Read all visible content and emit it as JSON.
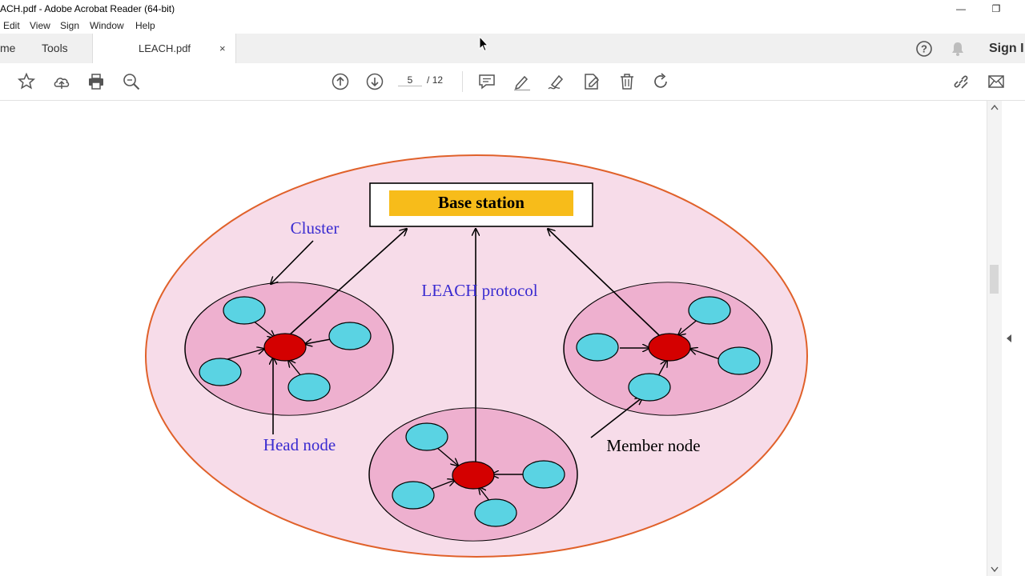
{
  "window": {
    "title": "ACH.pdf - Adobe Acrobat Reader (64-bit)",
    "minimize": "—",
    "restore": "❐"
  },
  "menu": [
    "Edit",
    "View",
    "Sign",
    "Window",
    "Help"
  ],
  "tabs": {
    "home": "me",
    "tools": "Tools",
    "document": "LEACH.pdf",
    "close": "×",
    "sign_in": "Sign I"
  },
  "toolbar": {
    "page_current": "5",
    "page_separator": "/",
    "page_total": "12",
    "icons": [
      "bookmark-star-icon",
      "upload-cloud-icon",
      "print-icon",
      "zoom-icon",
      "page-up-icon",
      "page-down-icon",
      "comment-icon",
      "highlight-pen-icon",
      "sign-pen-icon",
      "edit-pdf-icon",
      "delete-icon",
      "rotate-icon",
      "share-link-icon",
      "email-icon"
    ]
  },
  "diagram": {
    "base_station": "Base station",
    "cluster_label": "Cluster",
    "protocol_label": "LEACH protocol",
    "head_node_label": "Head node",
    "member_node_label": "Member node",
    "colors": {
      "outer_fill": "#f7dce9",
      "outer_stroke": "#e0612a",
      "cluster_fill": "#eeb0cf",
      "head_node": "#d40000",
      "member_node": "#5ad3e3",
      "base_station_fill": "#f7bc1a",
      "label_blue": "#3a2bd0"
    }
  }
}
